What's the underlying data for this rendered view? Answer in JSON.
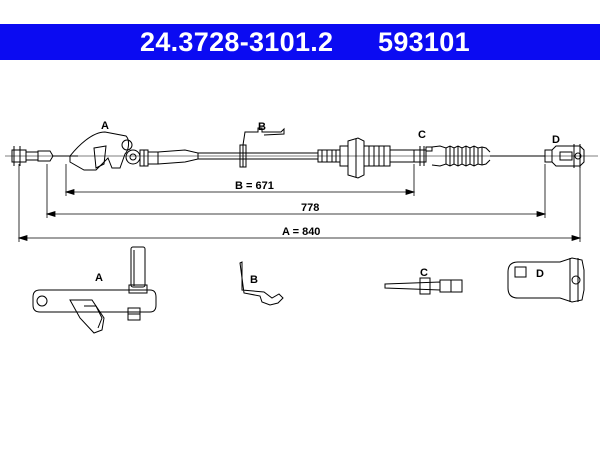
{
  "header": {
    "part_number": "24.3728-3101.2",
    "reference": "593101",
    "background_color": "#0b0bf2",
    "text_color": "#ffffff"
  },
  "drawing": {
    "callouts": {
      "a": "A",
      "b": "B",
      "c": "C",
      "d": "D"
    },
    "dimensions": {
      "b": "B = 671",
      "mid": "778",
      "a": "A = 840"
    },
    "details": {
      "a": "A",
      "b": "B",
      "c": "C",
      "d": "D"
    }
  }
}
